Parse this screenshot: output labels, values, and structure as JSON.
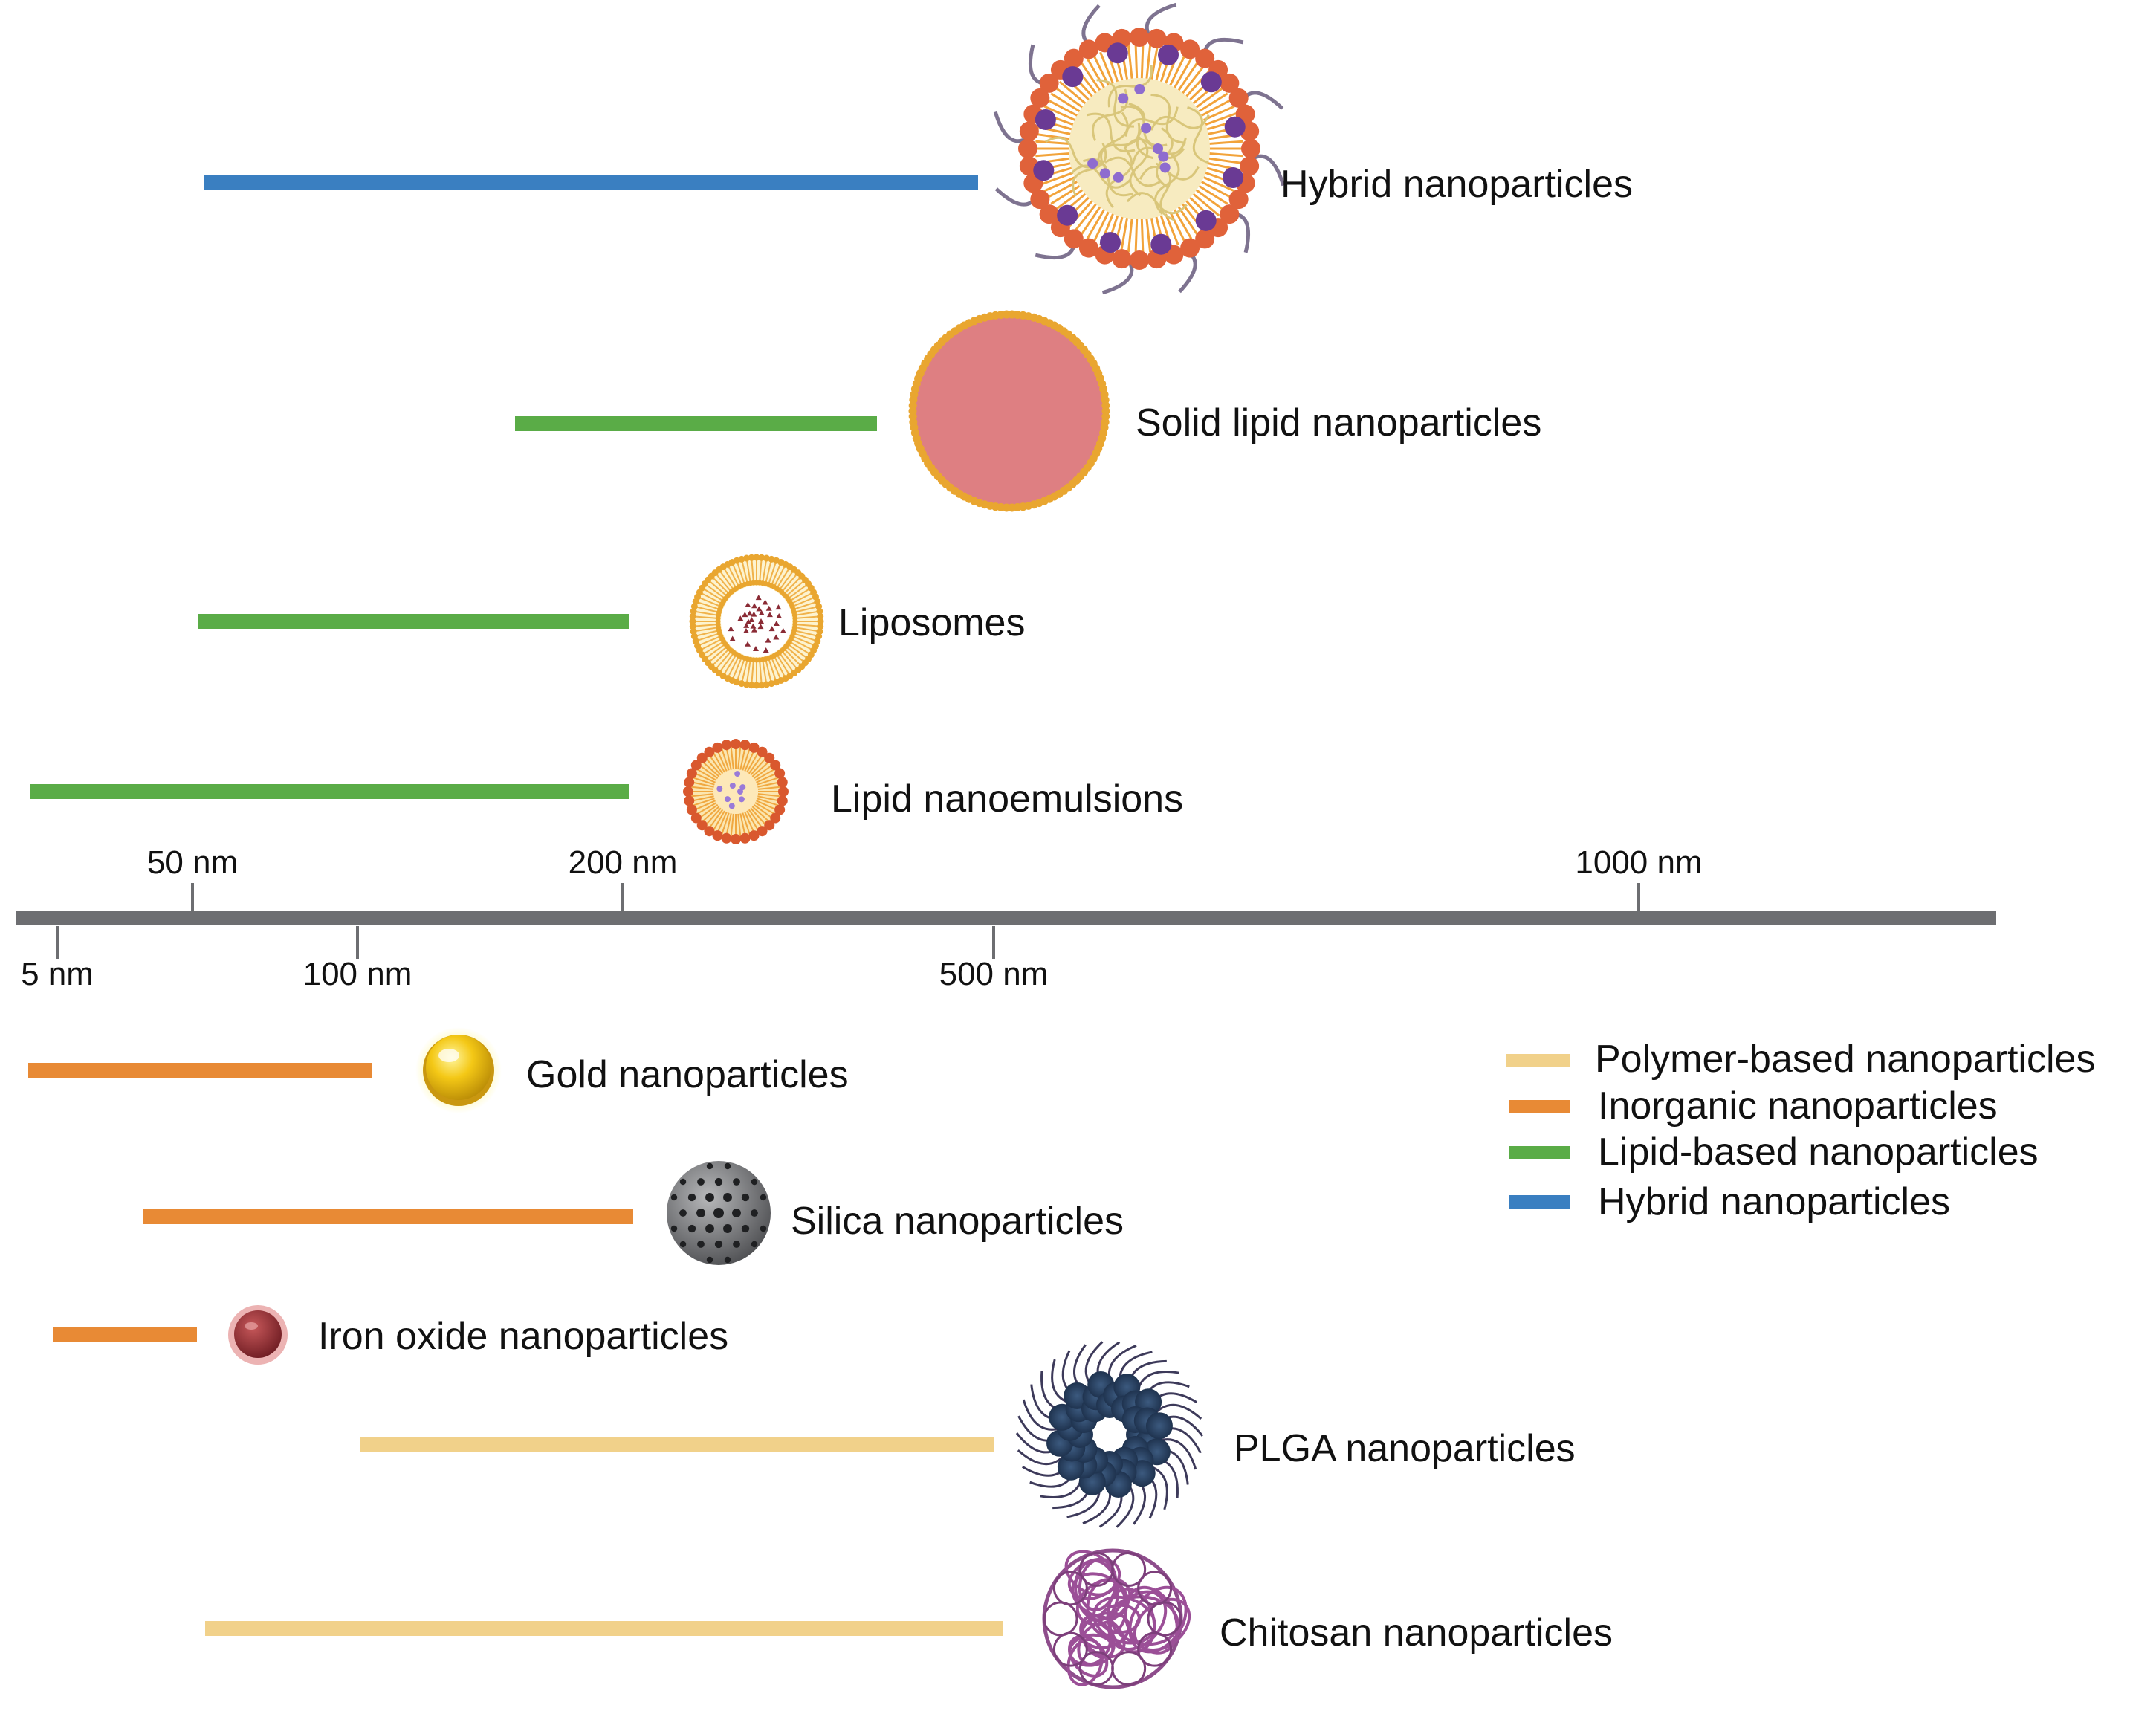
{
  "axis": {
    "color": "#6d6e71",
    "ticks": [
      {
        "label": "5 nm",
        "pos": "below"
      },
      {
        "label": "50 nm",
        "pos": "above"
      },
      {
        "label": "100 nm",
        "pos": "below"
      },
      {
        "label": "200 nm",
        "pos": "above"
      },
      {
        "label": "500 nm",
        "pos": "below"
      },
      {
        "label": "1000 nm",
        "pos": "above"
      }
    ]
  },
  "colors": {
    "polymer": "#f1d18a",
    "inorganic": "#e88a35",
    "lipid": "#5aac47",
    "hybrid": "#3a7fc1"
  },
  "legend": [
    {
      "label": "Polymer-based nanoparticles",
      "category": "polymer"
    },
    {
      "label": "Inorganic nanoparticles",
      "category": "inorganic"
    },
    {
      "label": "Lipid-based nanoparticles",
      "category": "lipid"
    },
    {
      "label": "Hybrid nanoparticles",
      "category": "hybrid"
    }
  ],
  "particles": [
    {
      "label": "Hybrid nanoparticles",
      "category": "hybrid",
      "icon": "hybrid-nanoparticle-icon"
    },
    {
      "label": "Solid lipid nanoparticles",
      "category": "lipid",
      "icon": "solid-lipid-nanoparticle-icon"
    },
    {
      "label": "Liposomes",
      "category": "lipid",
      "icon": "liposome-icon"
    },
    {
      "label": "Lipid nanoemulsions",
      "category": "lipid",
      "icon": "nanoemulsion-icon"
    },
    {
      "label": "Gold nanoparticles",
      "category": "inorganic",
      "icon": "gold-nanoparticle-icon"
    },
    {
      "label": "Silica nanoparticles",
      "category": "inorganic",
      "icon": "silica-nanoparticle-icon"
    },
    {
      "label": "Iron oxide nanoparticles",
      "category": "inorganic",
      "icon": "iron-oxide-nanoparticle-icon"
    },
    {
      "label": "PLGA nanoparticles",
      "category": "polymer",
      "icon": "plga-nanoparticle-icon"
    },
    {
      "label": "Chitosan nanoparticles",
      "category": "polymer",
      "icon": "chitosan-nanoparticle-icon"
    }
  ]
}
